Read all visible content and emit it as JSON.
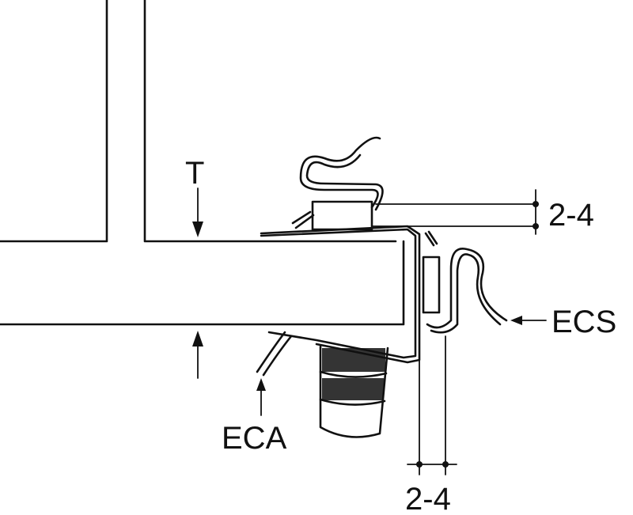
{
  "labels": {
    "thickness": "T",
    "gap_top": "2-4",
    "gap_bottom": "2-4",
    "clip_side": "ECS",
    "clip_angle": "ECA"
  }
}
